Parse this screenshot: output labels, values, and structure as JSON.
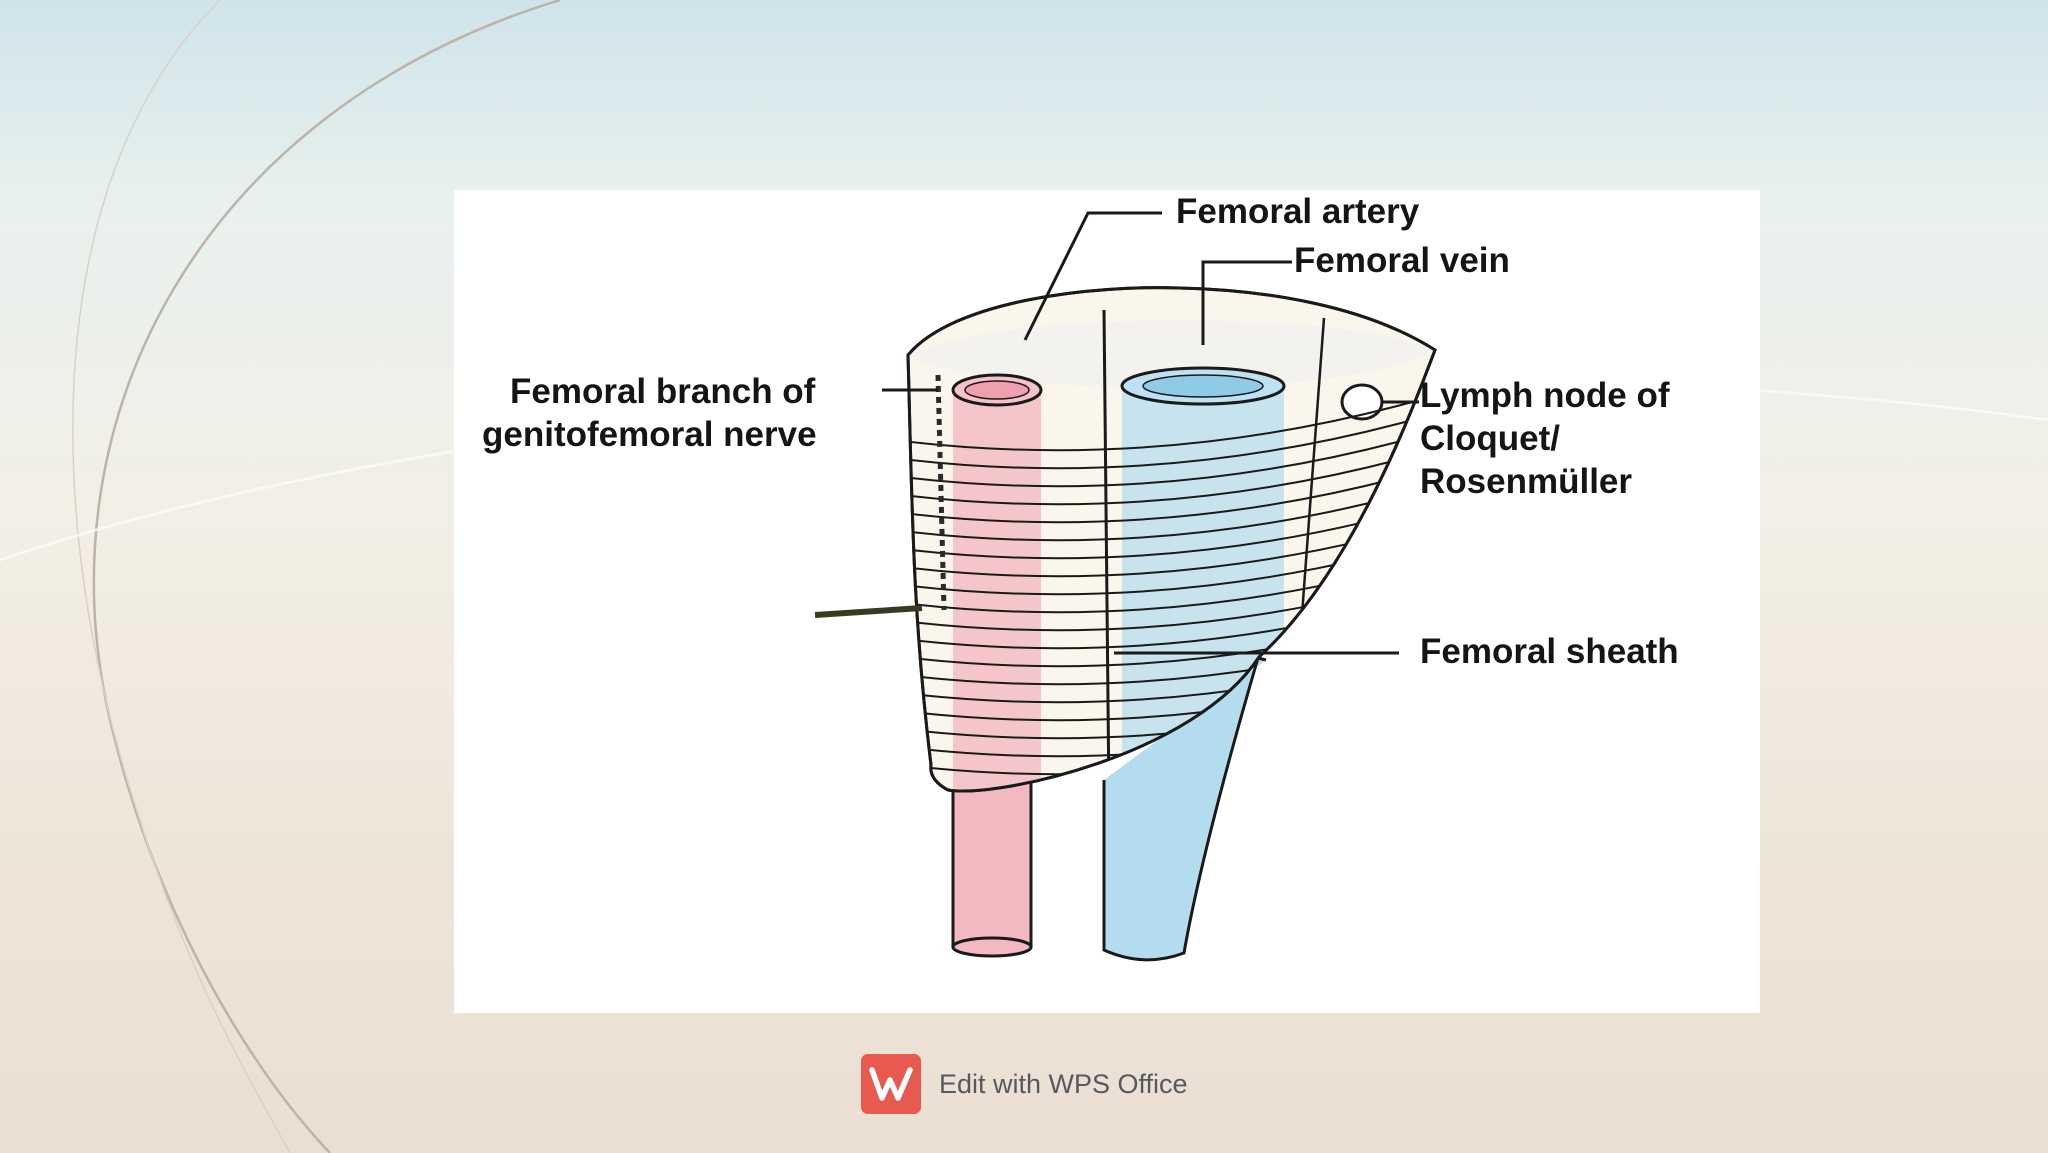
{
  "diagram": {
    "labels": {
      "femoral_artery": "Femoral artery",
      "femoral_vein": "Femoral vein",
      "nerve_line1": "Femoral branch of",
      "nerve_line2": "genitofemoral nerve",
      "lymph_line1": "Lymph node of",
      "lymph_line2": "Cloquet/",
      "lymph_line3": "Rosenmüller",
      "femoral_sheath": "Femoral sheath"
    },
    "colors": {
      "artery": "#f2b9c0",
      "vein": "#b4dcef",
      "outline": "#1a1a1a"
    }
  },
  "footer": {
    "logo_icon": "wps-office-logo-icon",
    "text": "Edit with WPS Office"
  }
}
